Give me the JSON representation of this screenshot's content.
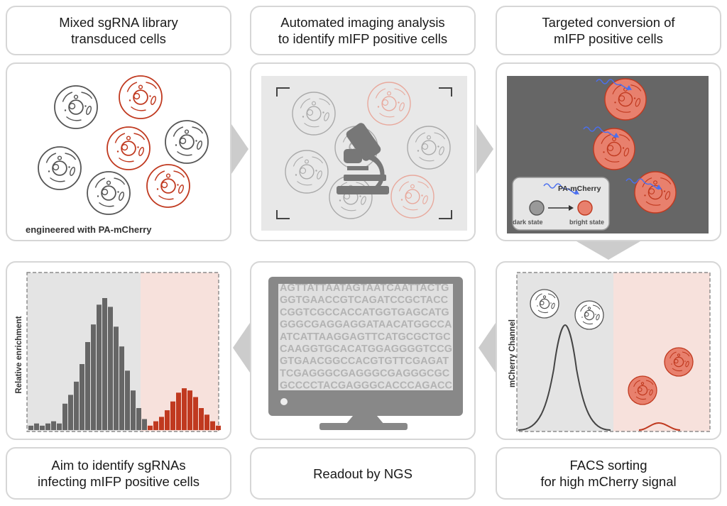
{
  "steps": {
    "s1": {
      "label": "Mixed sgRNA library\ntransduced cells",
      "caption": "engineered with PA-mCherry"
    },
    "s2": {
      "label": "Automated imaging analysis\nto identify mIFP positive cells"
    },
    "s3": {
      "label": "Targeted conversion of\nmIFP positive cells",
      "inset_title": "PA-mCherry",
      "inset_dark": "dark state",
      "inset_bright": "bright state"
    },
    "s4": {
      "label": "FACS sorting\nfor high mCherry signal",
      "ylabel": "mCherry Channel"
    },
    "s5": {
      "label": "Readout by NGS",
      "sequence_lines": [
        "AGTTATTAATAGTAATCAATTACTG",
        "GGTGAACCGTCAGATCCGCTACC",
        "CGGTCGCCACCATGGTGAGCATG",
        "GGGCGAGGAGGATAACATGGCCA",
        "ATCATTAAGGAGTTCATGCGCTGC",
        "CAAGGTGCACATGGAGGGGTCCG",
        "GTGAACGGCCACGTGTTCGAGAT",
        "TCGAGGGCGAGGGCGAGGGCGC",
        "GCCCCTACGAGGGCACCCAGACC"
      ]
    },
    "s6": {
      "label": "Aim to identify sgRNAs\ninfecting mIFP positive cells",
      "ylabel": "Relative enrichment"
    }
  },
  "histogram": {
    "gray_bars": [
      2,
      3,
      2,
      3,
      4,
      3,
      12,
      16,
      22,
      30,
      40,
      48,
      57,
      60,
      56,
      47,
      38,
      27,
      18,
      10,
      5
    ],
    "red_bars": [
      2,
      4,
      6,
      9,
      13,
      17,
      19,
      18,
      15,
      10,
      7,
      4,
      2
    ]
  },
  "colors": {
    "red": "#c0391f",
    "light_red": "#e8806d",
    "pink_bg": "#f7e1dc",
    "gray_dark": "#555555",
    "gray_panel": "#e8e8e8",
    "dark_panel": "#666666",
    "blue": "#4a6ff0",
    "arrow": "#cccccc"
  }
}
